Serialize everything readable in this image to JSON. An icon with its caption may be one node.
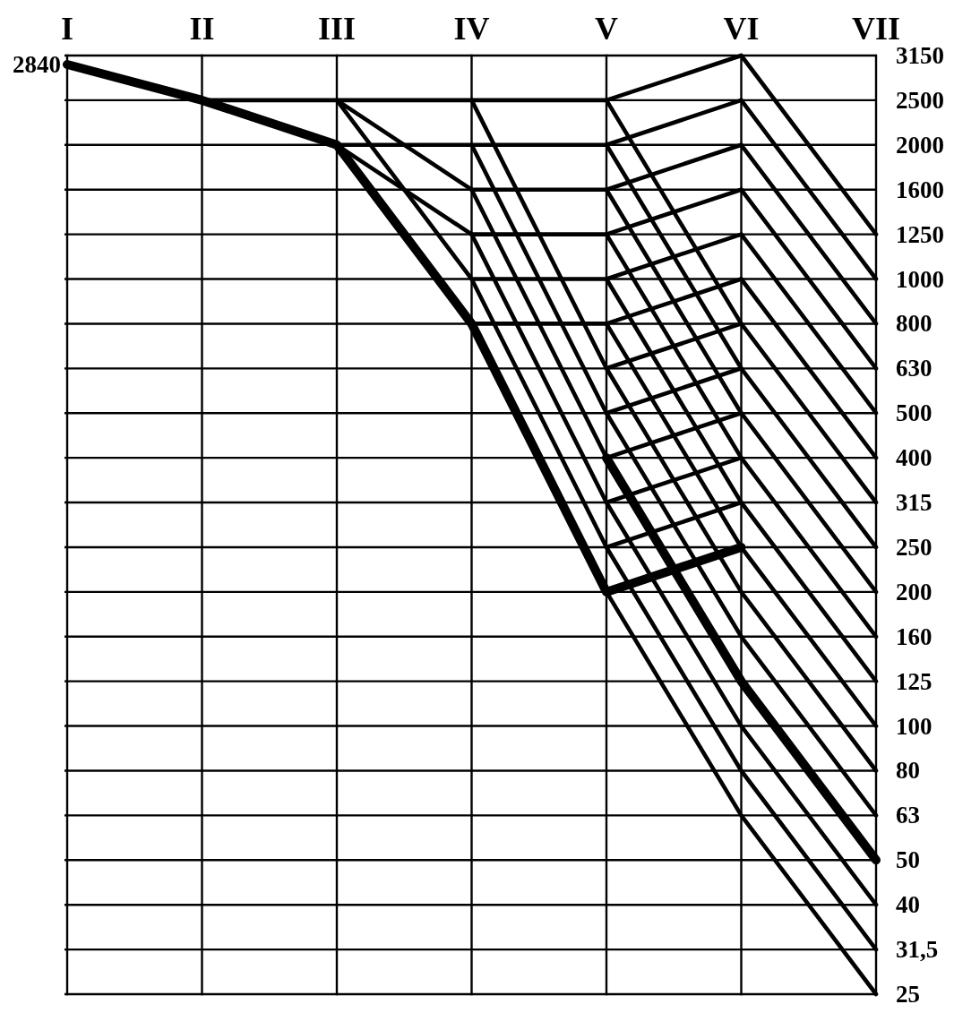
{
  "diagram": {
    "labels": [
      "I",
      "II",
      "III",
      "IV",
      "V",
      "VI",
      "VII",
      "2840",
      "3150",
      "2500",
      "2000",
      "1600",
      "1250",
      "1000",
      "800",
      "630",
      "500",
      "400",
      "315",
      "250",
      "200",
      "160",
      "125",
      "100",
      "80",
      "63",
      "50",
      "40",
      "31,5",
      "25"
    ]
  }
}
